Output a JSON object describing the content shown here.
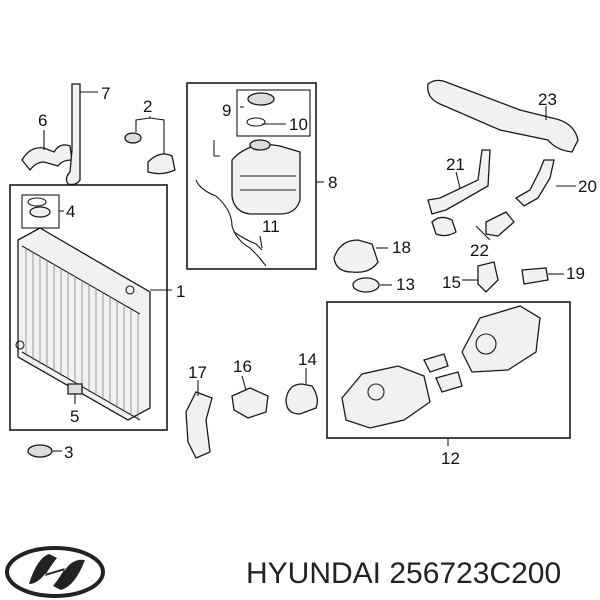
{
  "brand": {
    "logo_icon": "hyundai-logo-icon",
    "text": "HYUNDAI 256723C200"
  },
  "callouts": [
    "1",
    "2",
    "3",
    "4",
    "5",
    "6",
    "7",
    "8",
    "9",
    "10",
    "11",
    "12",
    "13",
    "14",
    "15",
    "16",
    "17",
    "18",
    "19",
    "20",
    "21",
    "22",
    "23"
  ]
}
